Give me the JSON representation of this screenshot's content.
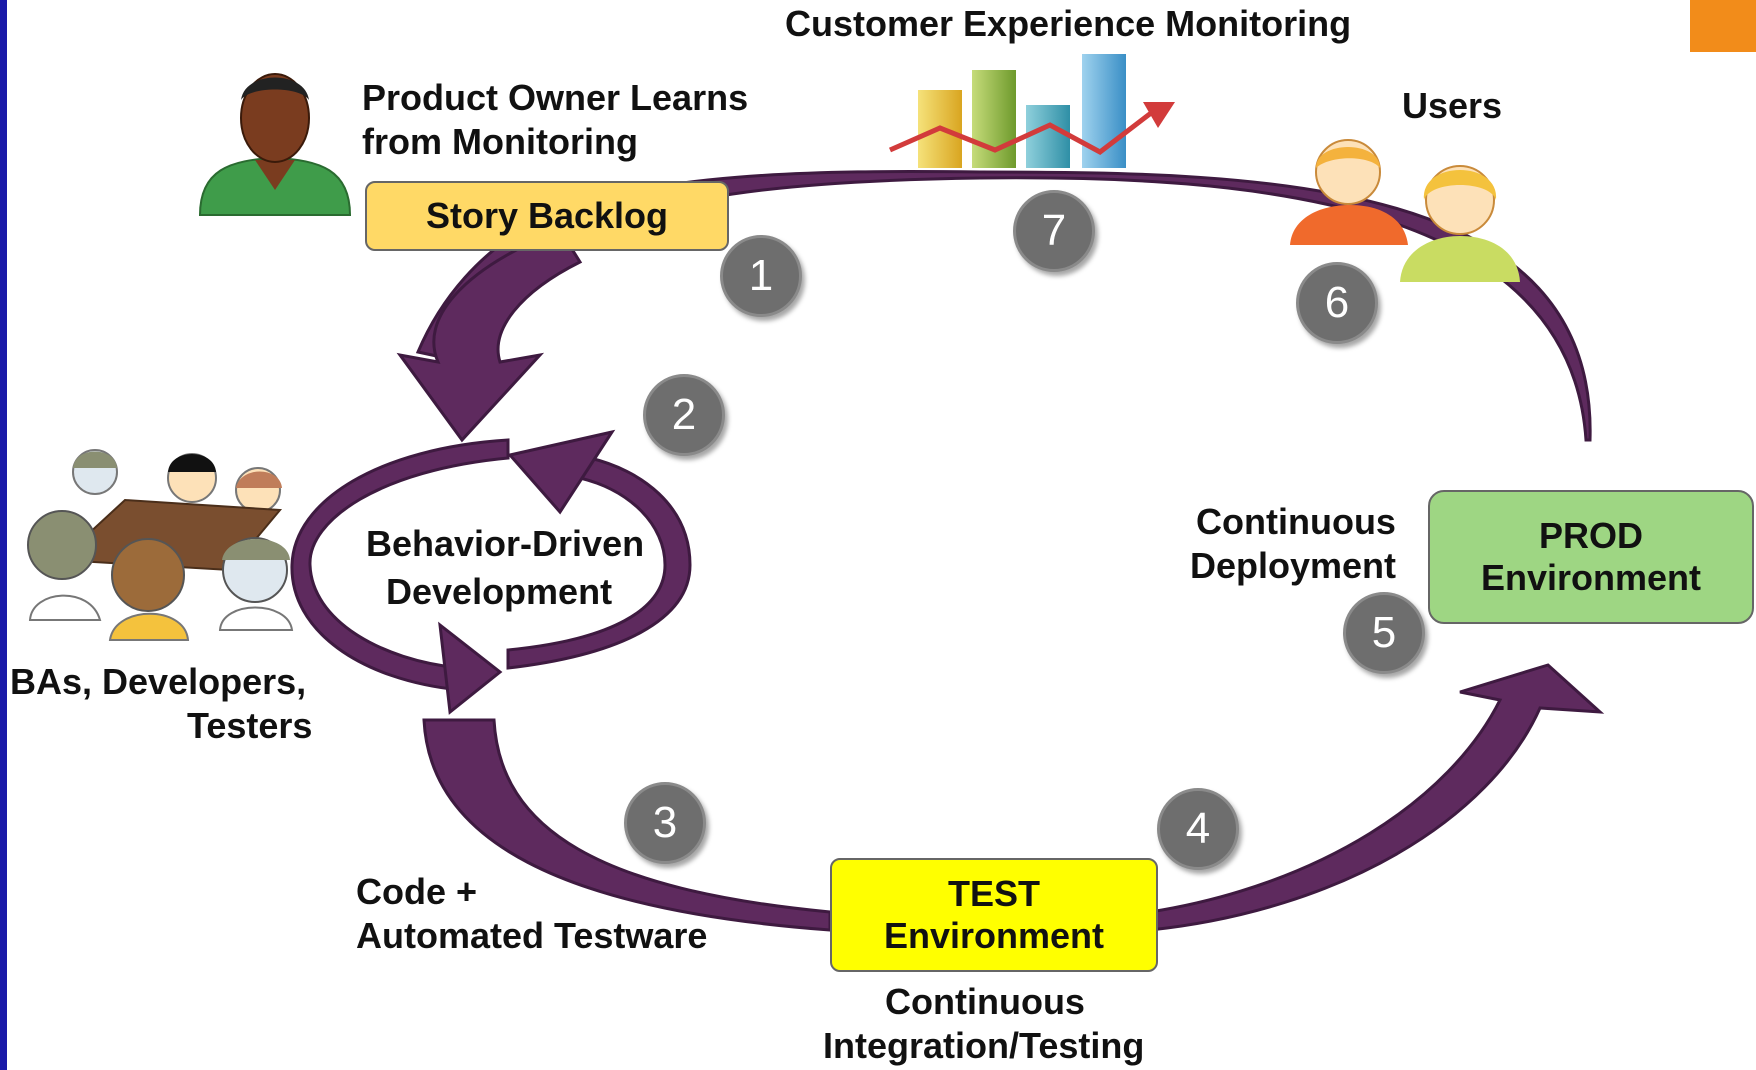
{
  "colors": {
    "arrow": "#5e2a5e",
    "arrow_edge": "#3e1a40",
    "story_backlog_fill": "#ffd966",
    "test_env_fill": "#ffff00",
    "prod_env_fill": "#9ed683",
    "badge_fill": "#6e6e6e",
    "accent_tab": "#f28c1a",
    "side_bar": "#1a1aa8"
  },
  "labels": {
    "customer_experience": "Customer Experience Monitoring",
    "product_owner_line1": "Product Owner Learns",
    "product_owner_line2": "from Monitoring",
    "users": "Users",
    "bdd_line1": "Behavior-Driven",
    "bdd_line2": "Development",
    "team_line1": "BAs, Developers,",
    "team_line2": "Testers",
    "code_line1": "Code +",
    "code_line2": "Automated Testware",
    "ci_line1": "Continuous",
    "ci_line2": "Integration/Testing",
    "cd_line1": "Continuous",
    "cd_line2": "Deployment"
  },
  "boxes": {
    "story_backlog": "Story Backlog",
    "test_line1": "TEST",
    "test_line2": "Environment",
    "prod_line1": "PROD",
    "prod_line2": "Environment"
  },
  "steps": [
    "1",
    "2",
    "3",
    "4",
    "5",
    "6",
    "7"
  ],
  "icons": {
    "product_owner": "person-icon",
    "chart": "bar-chart-icon",
    "users": "users-icon",
    "team": "team-meeting-icon"
  }
}
